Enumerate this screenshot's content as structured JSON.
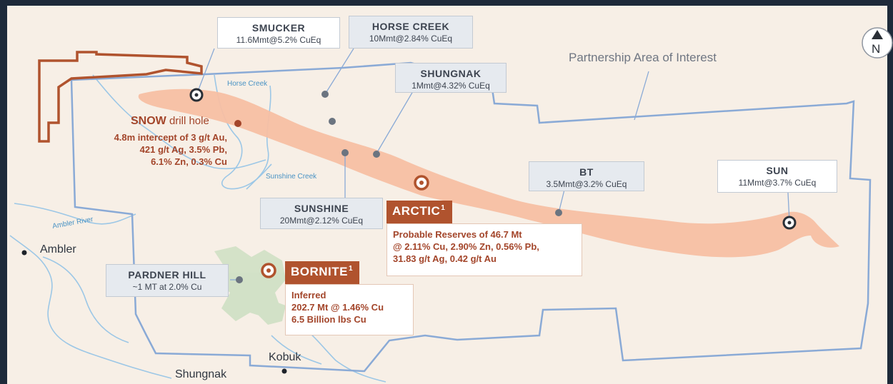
{
  "title": "Partnership Area of Interest",
  "north_label": "N",
  "rivers": {
    "horse_creek": "Horse Creek",
    "sunshine_creek": "Sunshine Creek",
    "ambler_river": "Ambler River"
  },
  "towns": {
    "ambler": "Ambler",
    "kobuk": "Kobuk",
    "shungnak": "Shungnak"
  },
  "deposits": {
    "smucker": {
      "name": "SMUCKER",
      "grade": "11.6Mmt@5.2% CuEq"
    },
    "horse_creek": {
      "name": "HORSE CREEK",
      "grade": "10Mmt@2.84% CuEq"
    },
    "shungnak": {
      "name": "SHUNGNAK",
      "grade": "1Mmt@4.32% CuEq"
    },
    "sunshine": {
      "name": "SUNSHINE",
      "grade": "20Mmt@2.12% CuEq"
    },
    "bt": {
      "name": "BT",
      "grade": "3.5Mmt@3.2% CuEq"
    },
    "sun": {
      "name": "SUN",
      "grade": "11Mmt@3.7% CuEq"
    },
    "pardner_hill": {
      "name": "PARDNER HILL",
      "grade": "~1 MT at 2.0% Cu"
    }
  },
  "snow": {
    "name": "SNOW",
    "suffix": "drill hole",
    "lines": [
      "4.8m intercept of 3 g/t Au,",
      "421 g/t Ag, 3.5% Pb,",
      "6.1% Zn, 0.3% Cu"
    ]
  },
  "arctic": {
    "name": "ARCTIC",
    "footnote": "1",
    "lines": [
      "Probable Reserves of 46.7 Mt",
      "@ 2.11% Cu, 2.90% Zn, 0.56% Pb,",
      "31.83 g/t Ag, 0.42 g/t Au"
    ]
  },
  "bornite": {
    "name": "BORNITE",
    "footnote": "1",
    "lines": [
      "Inferred",
      "202.7 Mt @ 1.46% Cu",
      "6.5 Billion lbs Cu"
    ]
  },
  "colors": {
    "background": "#f7efe6",
    "belt": "#f7bfa3",
    "boundary": "#8aaad6",
    "claim": "#b0532e",
    "river": "#9cc7e6",
    "accent": "#b0532e"
  }
}
